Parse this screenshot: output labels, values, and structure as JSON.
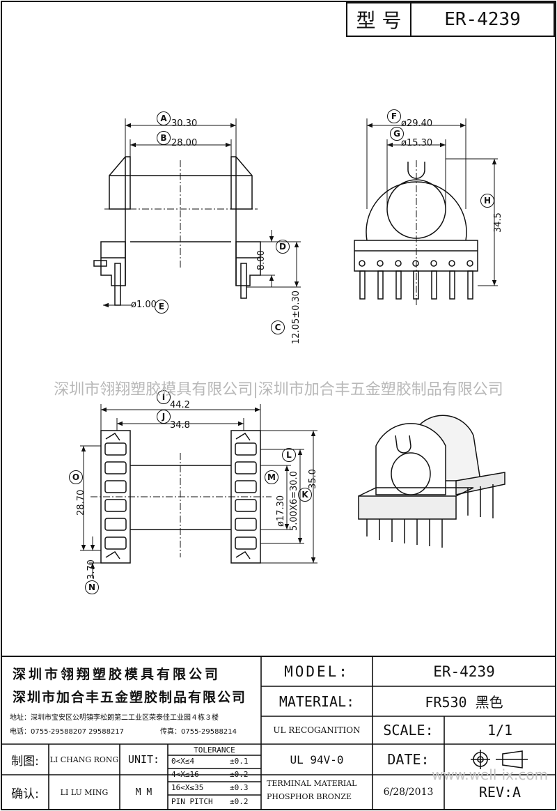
{
  "header": {
    "label": "型 号",
    "value": "ER-4239"
  },
  "dimensions": {
    "top_left": {
      "A": {
        "tag": "A",
        "value": "30.30"
      },
      "B": {
        "tag": "B",
        "value": "28.00"
      },
      "D": {
        "tag": "D",
        "value": "8.00"
      },
      "E": {
        "tag": "E",
        "value": "ø1.00"
      },
      "C": {
        "tag": "C",
        "value": "12.05±0.30"
      }
    },
    "top_right": {
      "F": {
        "tag": "F",
        "value": "ø29.40"
      },
      "G": {
        "tag": "G",
        "value": "ø15.30"
      },
      "H": {
        "tag": "H",
        "value": "34.5"
      }
    },
    "bottom_left": {
      "I": {
        "tag": "I",
        "value": "44.2"
      },
      "J": {
        "tag": "J",
        "value": "34.8"
      },
      "O": {
        "tag": "O",
        "value": "28.70"
      },
      "N": {
        "tag": "N",
        "value": "3.70"
      },
      "M": {
        "tag": "M",
        "value": "ø17.30"
      },
      "L": {
        "tag": "L",
        "value": "5.00X6=30.0"
      },
      "K": {
        "tag": "K",
        "value": "35.0"
      }
    }
  },
  "watermark": {
    "text": "深圳市翎翔塑胶模具有限公司|深圳市加合丰五金塑胶制品有限公司",
    "site": "www.well-ix.com"
  },
  "title_block": {
    "company1": "深圳市翎翔塑胶模具有限公司",
    "company2": "深圳市加合丰五金塑胶制品有限公司",
    "address": "地址：深圳市宝安区公明镇李松朗第二工业区荣泰佳工业园４栋３楼",
    "phone": "电话：0755-29588207  29588217",
    "fax": "传真：0755-29588214",
    "model_label": "MODEL:",
    "model_value": "ER-4239",
    "material_label": "MATERIAL:",
    "material_value": "FR530 黑色",
    "ul_label": "UL RECOGANITION",
    "ul_value": "UL 94V-0",
    "scale_label": "SCALE:",
    "scale_value": "1/1",
    "date_label": "DATE:",
    "date_value": "6/28/2013",
    "terminal_label1": "TERMINAL MATERIAL",
    "terminal_label2": "PHOSPHOR  BRONZE",
    "rev_label": "REV:A",
    "drawn_label": "制图:",
    "drawn_value": "LI CHANG RONG",
    "approved_label": "确认:",
    "approved_value": "LI LU MING",
    "unit_label": "UNIT:",
    "unit_value": "M M",
    "tolerance_title": "TOLERANCE",
    "tolerance_rows": [
      {
        "range": "0<X≤4",
        "value": "±0.1"
      },
      {
        "range": "4<X≤16",
        "value": "±0.2"
      },
      {
        "range": "16<X≤35",
        "value": "±0.3"
      },
      {
        "range": "PIN PITCH",
        "value": "±0.2"
      }
    ]
  }
}
